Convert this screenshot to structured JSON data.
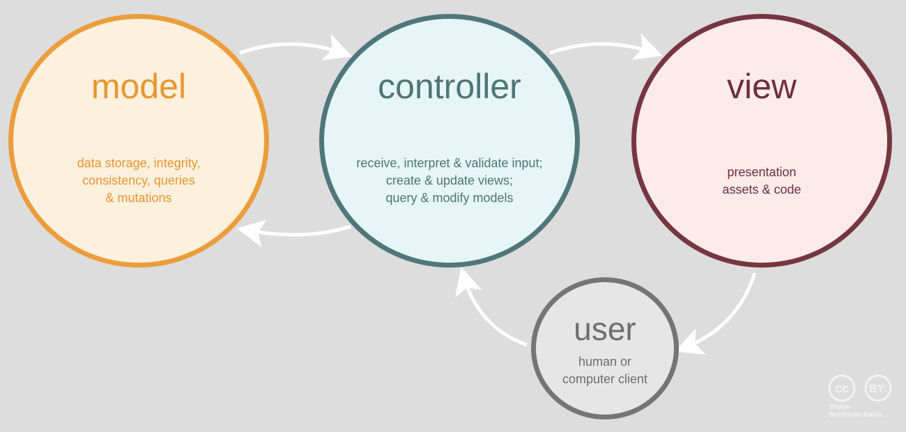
{
  "nodes": {
    "model": {
      "title": "model",
      "lines": [
        "data storage, integrity,",
        "consistency, queries",
        "& mutations"
      ],
      "color": "#eb9d3c",
      "fill": "#fdf0dd"
    },
    "controller": {
      "title": "controller",
      "lines": [
        "receive, interpret & validate input;",
        "create & update views;",
        "query & modify models"
      ],
      "color": "#4f777b",
      "fill": "#e6f5f5"
    },
    "view": {
      "title": "view",
      "lines": [
        "presentation",
        "assets & code"
      ],
      "color": "#753640",
      "fill": "#fdebeb"
    },
    "user": {
      "title": "user",
      "lines": [
        "human or",
        "computer client"
      ],
      "color": "#757575",
      "fill": "#e6e6e6"
    }
  },
  "edges": [
    {
      "from": "model",
      "to": "controller"
    },
    {
      "from": "controller",
      "to": "model"
    },
    {
      "from": "controller",
      "to": "view"
    },
    {
      "from": "view",
      "to": "user"
    },
    {
      "from": "user",
      "to": "controller"
    }
  ],
  "license": {
    "badges": [
      "cc-icon",
      "by-icon"
    ],
    "cc_text": "cc",
    "by_text": "BY:",
    "author_lines": [
      "Shane",
      "Brinkman-Davis"
    ]
  },
  "background": "#dddddd",
  "arrow_color": "#ffffff"
}
